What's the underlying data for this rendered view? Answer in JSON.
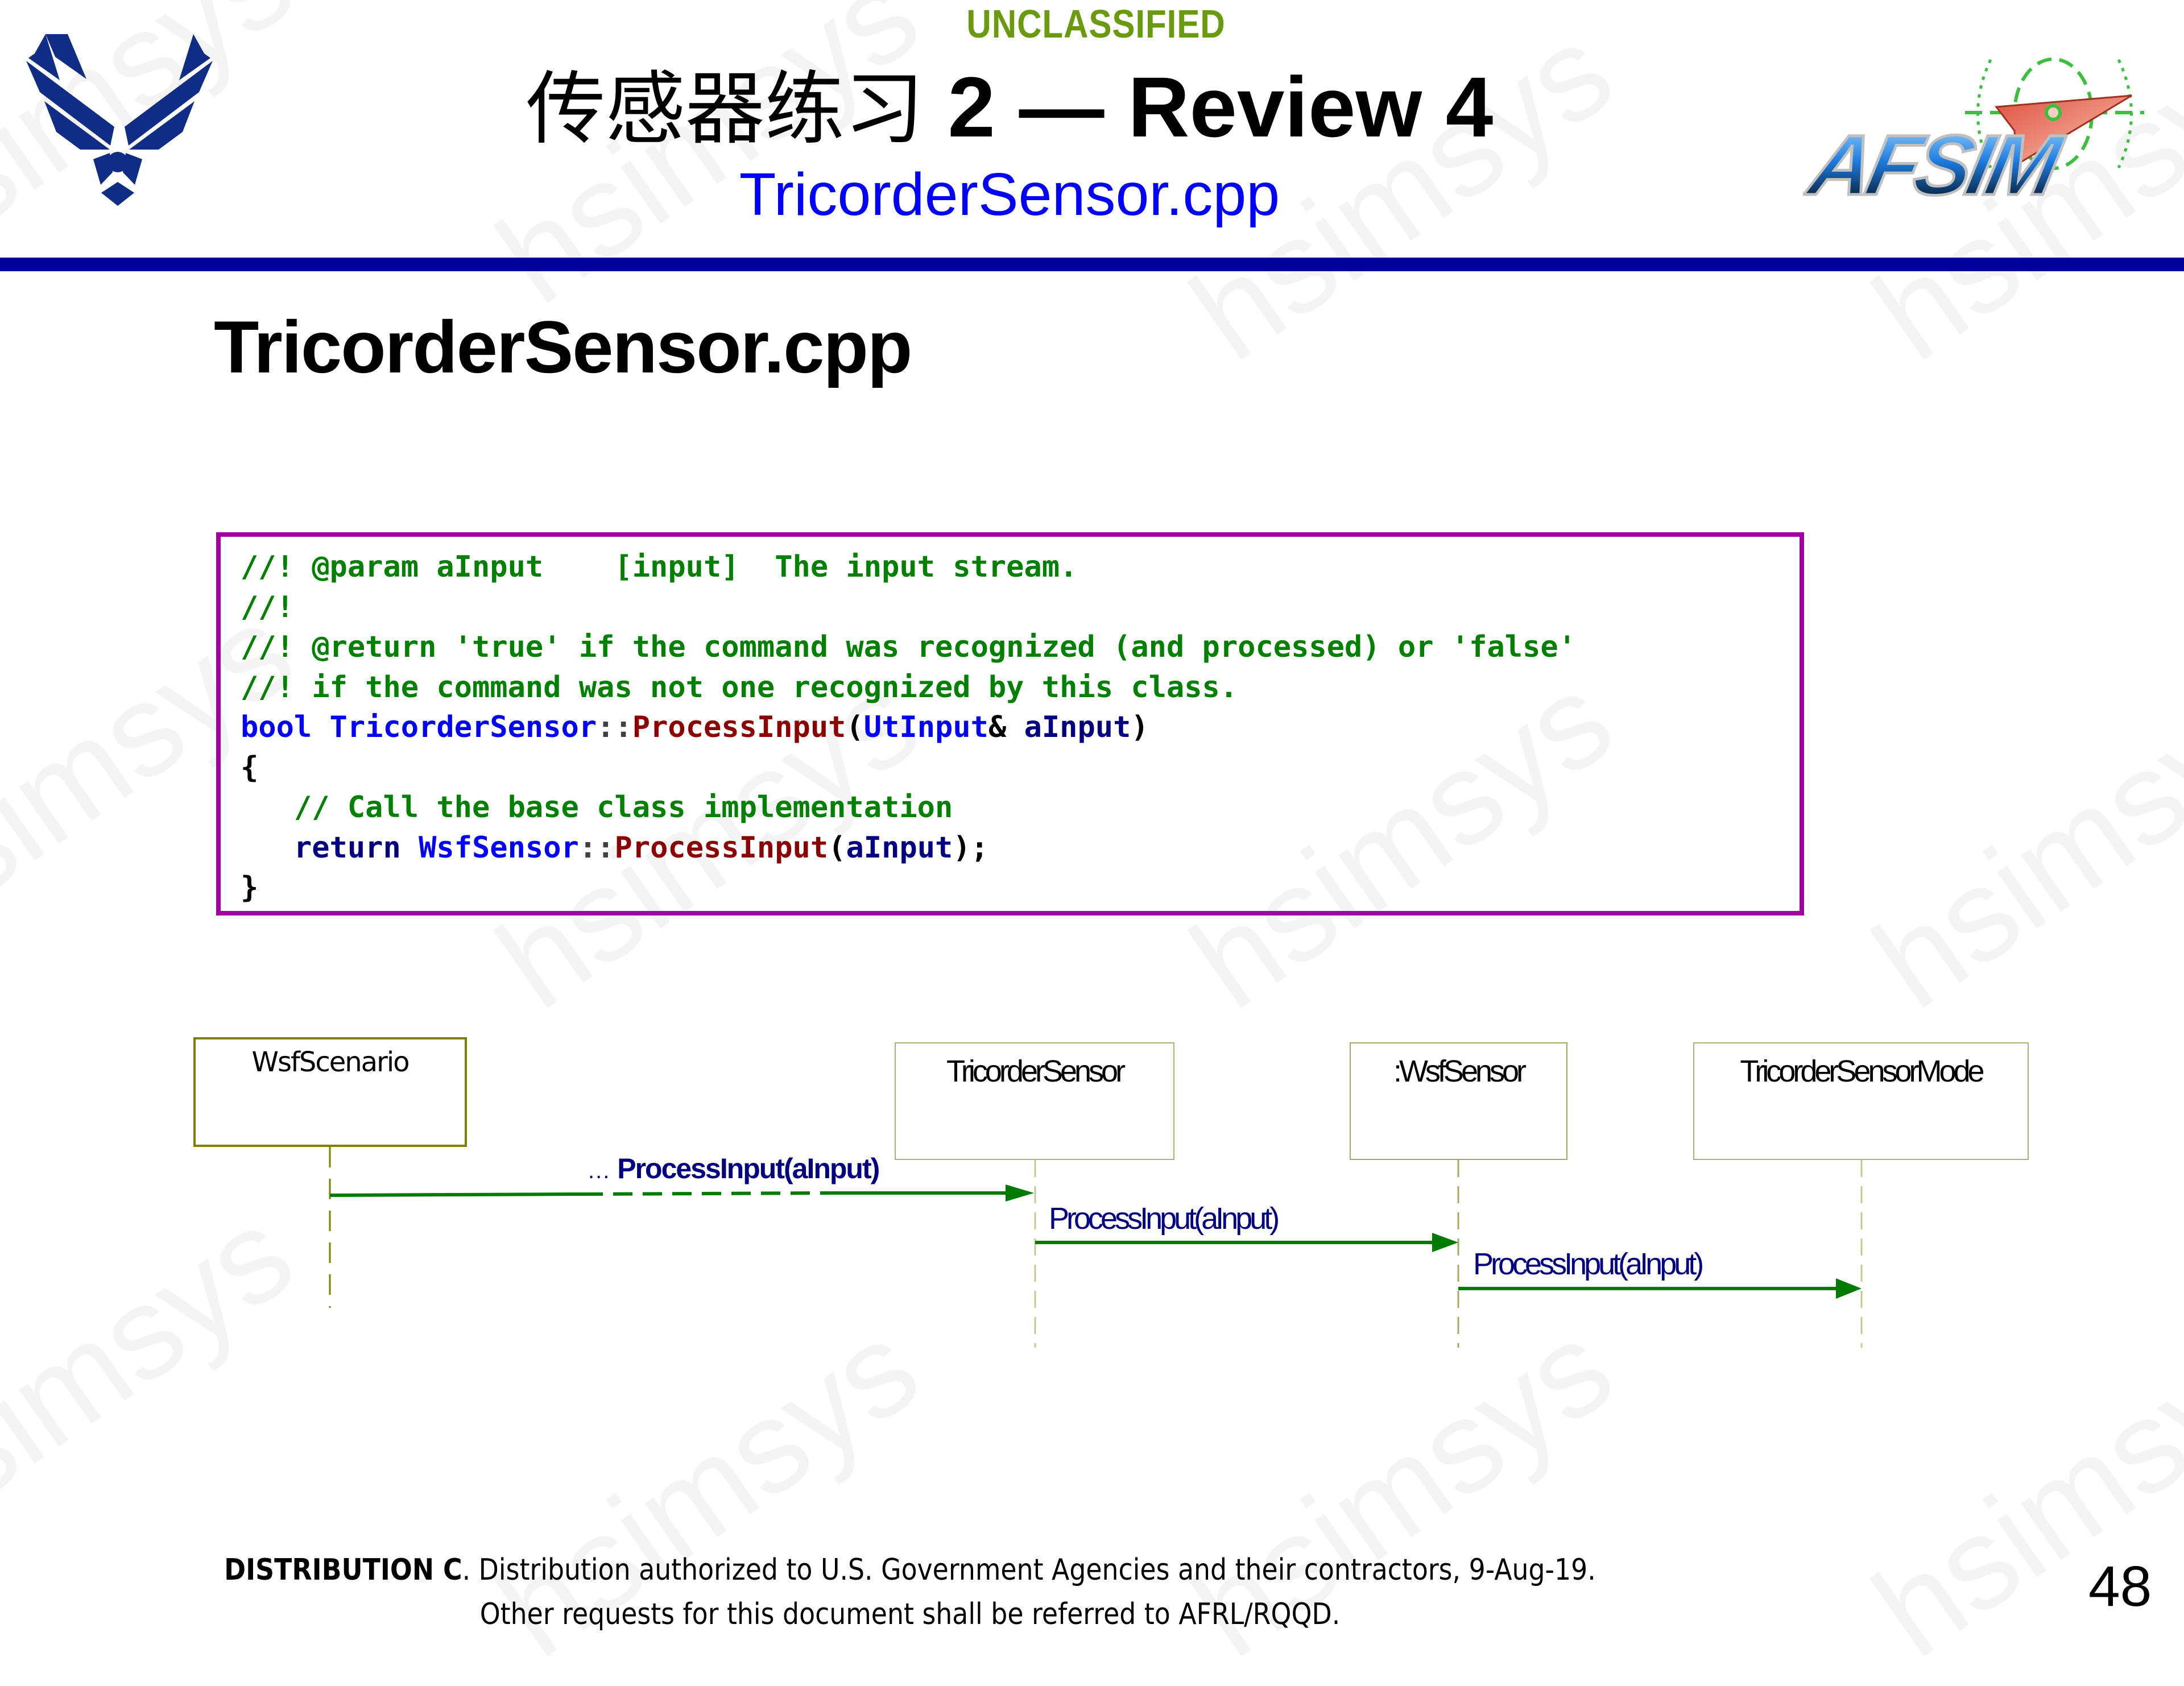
{
  "header": {
    "classification": "UNCLASSIFIED",
    "title_cjk": "传感器练习",
    "title_latin": "2 — Review 4",
    "subtitle": "TricorderSensor.cpp",
    "bar_color": "#00009c",
    "classification_color": "#6a9a10",
    "subtitle_color": "#0000ff"
  },
  "logos": {
    "left": "us-air-force-wings-logo",
    "right": "afsim-logo",
    "right_text": "AFSIM"
  },
  "slide": {
    "heading": "TricorderSensor.cpp"
  },
  "code": {
    "border_color": "#a000a0",
    "lines": [
      [
        {
          "t": "//! @param aInput    [input]  The input stream.",
          "c": "com"
        }
      ],
      [
        {
          "t": "//!",
          "c": "com"
        }
      ],
      [
        {
          "t": "//! @return 'true' if the command was recognized (and processed) or 'false'",
          "c": "com"
        }
      ],
      [
        {
          "t": "//! if the command was not one recognized by this class.",
          "c": "com"
        }
      ],
      [
        {
          "t": "bool",
          "c": "kw"
        },
        {
          "t": " ",
          "c": "punc"
        },
        {
          "t": "TricorderSensor",
          "c": "type"
        },
        {
          "t": "::",
          "c": "ns"
        },
        {
          "t": "ProcessInput",
          "c": "fn"
        },
        {
          "t": "(",
          "c": "punc"
        },
        {
          "t": "UtInput",
          "c": "type"
        },
        {
          "t": "& ",
          "c": "punc"
        },
        {
          "t": "aInput",
          "c": "var"
        },
        {
          "t": ")",
          "c": "punc"
        }
      ],
      [
        {
          "t": "{",
          "c": "punc"
        }
      ],
      [
        {
          "t": "   ",
          "c": "punc"
        },
        {
          "t": "// Call the base class implementation",
          "c": "com"
        }
      ],
      [
        {
          "t": "   ",
          "c": "punc"
        },
        {
          "t": "return",
          "c": "var"
        },
        {
          "t": " ",
          "c": "punc"
        },
        {
          "t": "WsfSensor",
          "c": "type"
        },
        {
          "t": "::",
          "c": "ns"
        },
        {
          "t": "ProcessInput",
          "c": "fn"
        },
        {
          "t": "(",
          "c": "punc"
        },
        {
          "t": "aInput",
          "c": "var"
        },
        {
          "t": ");",
          "c": "punc"
        }
      ],
      [
        {
          "t": "}",
          "c": "punc"
        }
      ]
    ]
  },
  "sequence_diagram": {
    "participants": [
      {
        "label": "WsfScenario"
      },
      {
        "label": "TricorderSensor"
      },
      {
        "label": ":WsfSensor"
      },
      {
        "label": "TricorderSensorMode"
      }
    ],
    "messages": [
      {
        "prefix": "...",
        "label": "ProcessInput(aInput)",
        "from": "WsfScenario",
        "to": "TricorderSensor"
      },
      {
        "label": "ProcessInput(aInput)",
        "from": "TricorderSensor",
        "to": ":WsfSensor"
      },
      {
        "label": "ProcessInput(aInput)",
        "from": ":WsfSensor",
        "to": "TricorderSensorMode"
      }
    ],
    "box_border_color": "#808000",
    "arrow_color": "#007a00",
    "message_color": "#000080"
  },
  "footer": {
    "dist_bold": "DISTRIBUTION C",
    "dist_text": ". Distribution authorized to U.S. Government Agencies and their contractors, 9-Aug-19.",
    "line2": "Other requests for this document shall be referred to AFRL/RQQD.",
    "page_number": "48"
  },
  "watermark": "hsimsys"
}
